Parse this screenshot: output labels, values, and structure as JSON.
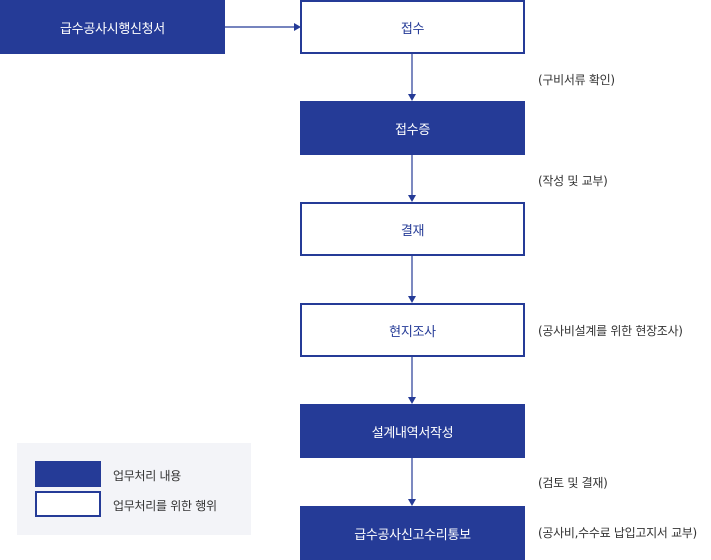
{
  "application": {
    "label": "급수공사시행신청서"
  },
  "steps": [
    {
      "label": "접수",
      "note": "(구비서류 확인)"
    },
    {
      "label": "접수증",
      "note": "(작성 및 교부)"
    },
    {
      "label": "결재",
      "note": ""
    },
    {
      "label": "현지조사",
      "note": "(공사비설계를 위한 현장조사)"
    },
    {
      "label": "설계내역서작성",
      "note": "(검토 및 결재)"
    },
    {
      "label": "급수공사신고수리통보",
      "note": "(공사비,수수료 납입고지서 교부)"
    }
  ],
  "legend": {
    "filled_label": "업무처리 내용",
    "outline_label": "업무처리를 위한 행위"
  },
  "colors": {
    "primary": "#253b97",
    "legend_bg": "#f3f4f8"
  }
}
